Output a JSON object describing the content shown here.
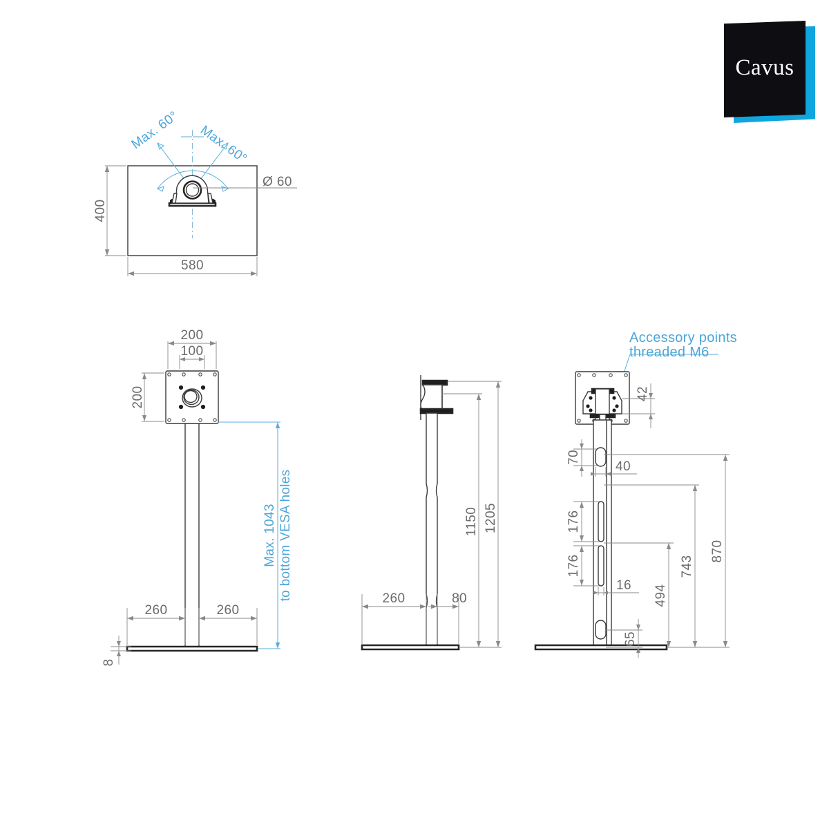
{
  "brand": {
    "name": "Cavus",
    "black_hex": "#0d0d12",
    "cyan_hex": "#0fa6e0"
  },
  "drawing": {
    "accent_hex": "#4da6d9",
    "line_hex": "#3a3a3a",
    "dim_hex": "#8a8a8a",
    "views": [
      {
        "id": "top-view",
        "name": "Top view of base plate",
        "annotations": {
          "swivel_left": "Max. 60°",
          "swivel_right": "Max. 60°",
          "tube_diameter": "Ø 60",
          "depth": "400",
          "width": "580"
        }
      },
      {
        "id": "front-view",
        "name": "Front view of floor stand",
        "annotations": {
          "vesa_width_outer": "200",
          "vesa_width_inner": "100",
          "vesa_height": "200",
          "base_left": "260",
          "base_right": "260",
          "base_thickness": "8",
          "max_height": "Max. 1043",
          "max_height_note": "to bottom VESA holes"
        }
      },
      {
        "id": "side-view",
        "name": "Side view of floor stand",
        "annotations": {
          "base_depth": "260",
          "column_depth": "80",
          "height_to_bracket": "1150",
          "overall_height": "1205"
        }
      },
      {
        "id": "rear-view",
        "name": "Rear view of floor stand with cable slots",
        "annotations": {
          "accessory_label_line1": "Accessory points",
          "accessory_label_line2": "threaded M6",
          "bracket_offset": "42",
          "slot_top_height": "70",
          "slot_top_width": "40",
          "slot_mid_height_1": "176",
          "slot_mid_height_2": "176",
          "slot_width": "16",
          "slot_bottom_height": "65",
          "height_494": "494",
          "height_743": "743",
          "height_870": "870"
        }
      }
    ]
  }
}
